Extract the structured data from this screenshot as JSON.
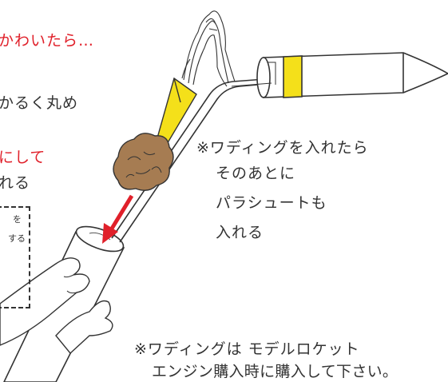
{
  "left_notes": {
    "line1": "かわいたら…",
    "line2": "かるく丸め",
    "line3": "にして",
    "line4": "れる",
    "box_line1": "を",
    "box_line2": "する"
  },
  "right_note": {
    "line1": "※ワディングを入れたら",
    "line2": "そのあとに",
    "line3": "パラシュートも",
    "line4": "入れる"
  },
  "bottom_note": {
    "line1": "※ワディングは モデルロケット",
    "line2": "エンジン購入時に購入して下さい。"
  },
  "colors": {
    "text": "#333333",
    "accent_red": "#e0202a",
    "band_yellow": "#f4e01a",
    "wadding_brown": "#a67c52",
    "outline": "#333333"
  }
}
